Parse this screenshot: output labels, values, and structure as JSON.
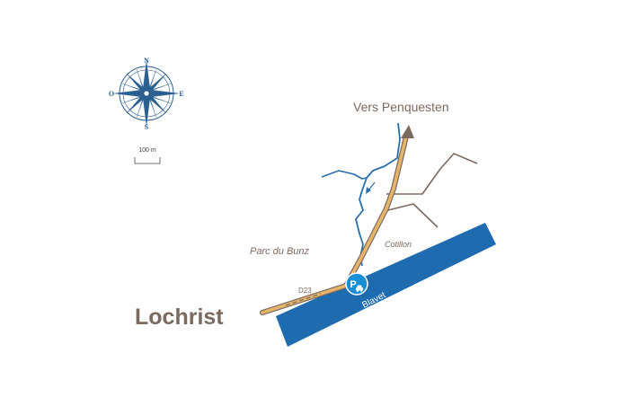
{
  "compass": {
    "north": "N",
    "south": "S",
    "east": "E",
    "west": "O"
  },
  "scale_bar": {
    "label": "100 m"
  },
  "labels": {
    "destination": "Vers Penquesten",
    "park": "Parc du Bunz",
    "place": "Cotillon",
    "town": "Lochrist",
    "road": "D23",
    "river": "Blavet"
  },
  "parking_marker": {
    "letter": "P",
    "icon": "parking-car-icon"
  },
  "colors": {
    "river": "#1f6bb0",
    "stream": "#2a6ea8",
    "road_fill": "#e7b46a",
    "road_edge": "#7a6a60",
    "text": "#7a6a60",
    "parking": "#1a8fd6"
  }
}
